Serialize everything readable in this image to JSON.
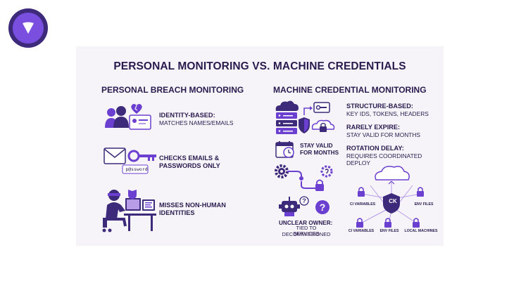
{
  "logo": {
    "icon": "shield-v-logo"
  },
  "title": "PERSONAL MONITORING VS. MACHINE CREDENTIALS",
  "left": {
    "heading": "PERSONAL BREACH MONITORING",
    "items": [
      {
        "title": "IDENTITY-BASED:",
        "desc": "MATCHES NAMES/EMAILS",
        "icon": "people-id-icon"
      },
      {
        "title_line1": "CHECKS EMAILS &",
        "title_line2": "PASSWORDS ONLY",
        "icon": "email-key-icon",
        "password_text": "p@ssword"
      },
      {
        "title_line1": "MISSES NON-HUMAN",
        "title_line2": "IDENTITIES",
        "icon": "person-at-computer-icon"
      }
    ]
  },
  "right": {
    "heading": "MACHINE CREDENTIAL MONITORING",
    "structure": {
      "title": "STRUCTURE-BASED:",
      "desc": "KEY IDS, TOKENS, HEADERS"
    },
    "rarely": {
      "title": "RARELY EXPIRE:",
      "desc": "STAY VALID FOR MONTHS"
    },
    "rotation": {
      "title": "ROTATION DELAY:",
      "desc": "REQUIRES COORDINATED DEPLOY"
    },
    "stay_valid": {
      "line1": "STAY VALID",
      "line2": "FOR MONTHS"
    },
    "unclear": {
      "title": "UNCLEAR OWNER:",
      "line1": "TIED TO DECOMMISSIONED",
      "line2": "SERVICES"
    },
    "diagram": {
      "center": "CK",
      "top_left": "CI VARIABLES",
      "top_right": "ENV FILES",
      "bottom": [
        "CI VARIABLES",
        "ENV FILES",
        "LOCAL MACHINES"
      ]
    }
  },
  "colors": {
    "accent": "#6b3fd0",
    "dark": "#2a1b4f",
    "panel": "#f6f4f9",
    "light_purple": "#b79ce8"
  }
}
